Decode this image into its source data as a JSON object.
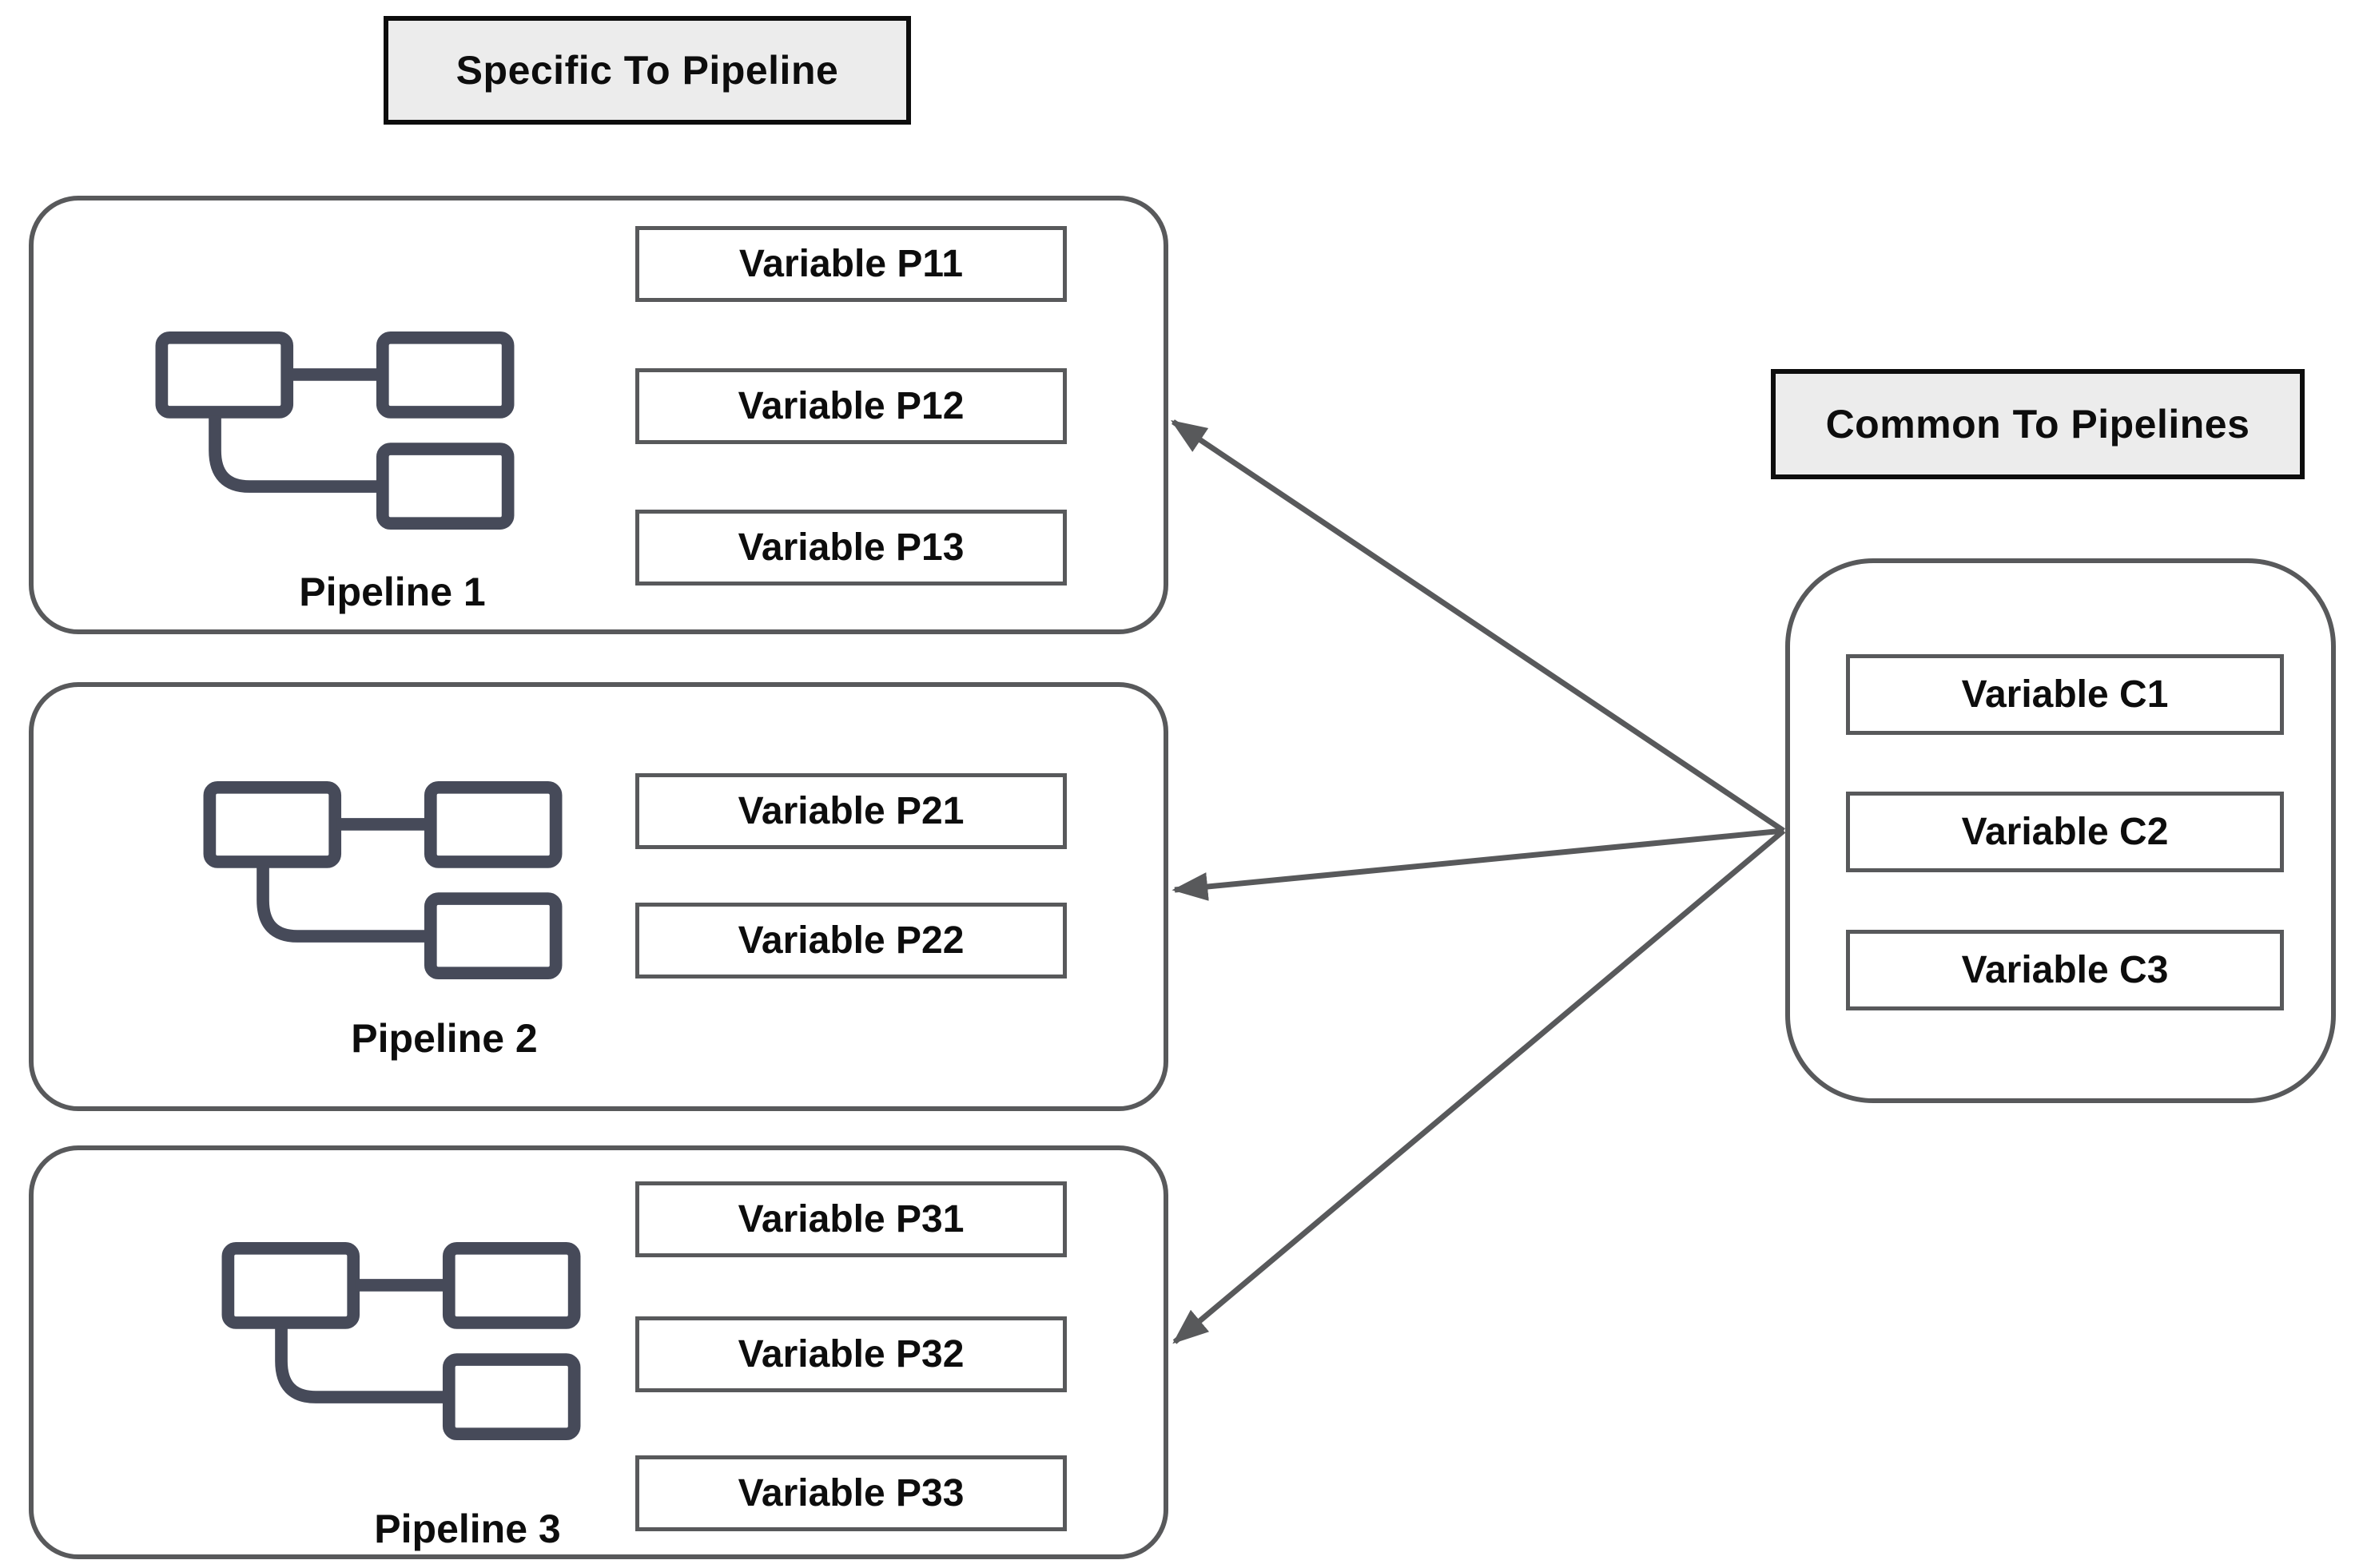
{
  "group_labels": {
    "specific": "Specific To Pipeline",
    "common": "Common To Pipelines"
  },
  "pipelines": [
    {
      "name": "Pipeline 1",
      "icon": "pipeline-icon",
      "variables": [
        "Variable P11",
        "Variable P12",
        "Variable P13"
      ]
    },
    {
      "name": "Pipeline 2",
      "icon": "pipeline-icon",
      "variables": [
        "Variable P21",
        "Variable P22"
      ]
    },
    {
      "name": "Pipeline 3",
      "icon": "pipeline-icon",
      "variables": [
        "Variable P31",
        "Variable P32",
        "Variable P33"
      ]
    }
  ],
  "common_group": {
    "variables": [
      "Variable C1",
      "Variable C2",
      "Variable C3"
    ]
  },
  "arrows": [
    {
      "from": "Common To Pipelines",
      "to": "Pipeline 1"
    },
    {
      "from": "Common To Pipelines",
      "to": "Pipeline 2"
    },
    {
      "from": "Common To Pipelines",
      "to": "Pipeline 3"
    }
  ],
  "colors": {
    "container_border": "#58595b",
    "variable_box_border": "#58595b",
    "group_label_background": "#ececec",
    "group_label_border": "#0d0d0d",
    "icon_stroke": "#464a59",
    "arrow": "#58595b",
    "text": "#0d0d0d",
    "background": "#ffffff"
  }
}
